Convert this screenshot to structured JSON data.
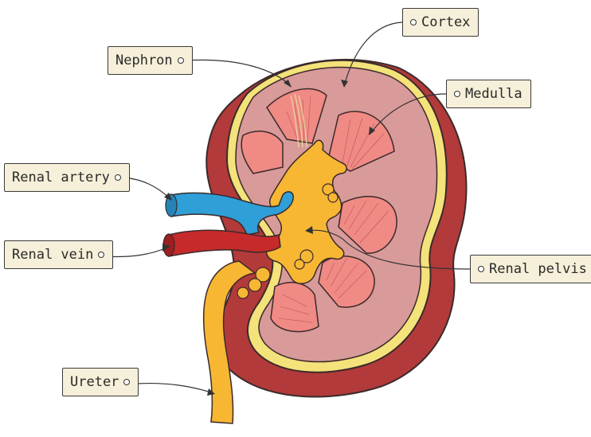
{
  "labels": {
    "cortex": "Cortex",
    "nephron": "Nephron",
    "medulla": "Medulla",
    "renal_artery": "Renal artery",
    "renal_vein": "Renal vein",
    "renal_pelvis": "Renal pelvis",
    "ureter": "Ureter"
  },
  "colors": {
    "outer_capsule": "#b33a3a",
    "outer_capsule_dark": "#8e2b2b",
    "capsule_yellow": "#f4e27a",
    "cortex_pink": "#d99a9a",
    "medulla_pyramid": "#f08a84",
    "pelvis_orange": "#f7b733",
    "artery_red": "#c62a2a",
    "vein_blue": "#2f9fd8",
    "label_bg": "#f6efd9"
  }
}
